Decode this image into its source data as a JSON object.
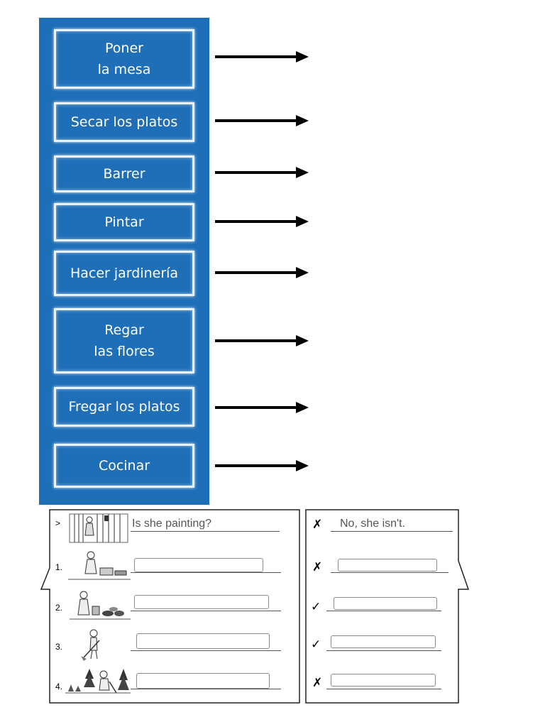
{
  "chores": [
    {
      "label": "Poner\nla mesa"
    },
    {
      "label": "Secar los platos"
    },
    {
      "label": "Barrer"
    },
    {
      "label": "Pintar"
    },
    {
      "label": "Hacer jardinería"
    },
    {
      "label": "Regar\nlas flores"
    },
    {
      "label": "Fregar los platos"
    },
    {
      "label": "Cocinar"
    }
  ],
  "worksheet": {
    "example": {
      "marker": ">",
      "question": "Is she painting?",
      "answer": "No, she isn't.",
      "mark": "✗",
      "illustration": "girl-painting-fence"
    },
    "items": [
      {
        "number": "1.",
        "question": "",
        "answer": "",
        "mark": "✗",
        "illustration": "boy-cooking"
      },
      {
        "number": "2.",
        "question": "",
        "answer": "",
        "mark": "✓",
        "illustration": "girl-washing-dishes"
      },
      {
        "number": "3.",
        "question": "",
        "answer": "",
        "mark": "✓",
        "illustration": "boy-sweeping"
      },
      {
        "number": "4.",
        "question": "",
        "answer": "",
        "mark": "✗",
        "illustration": "boy-gardening"
      }
    ]
  },
  "colors": {
    "panel_blue": "#1f6fb8",
    "card_border": "#eaf3fb"
  }
}
